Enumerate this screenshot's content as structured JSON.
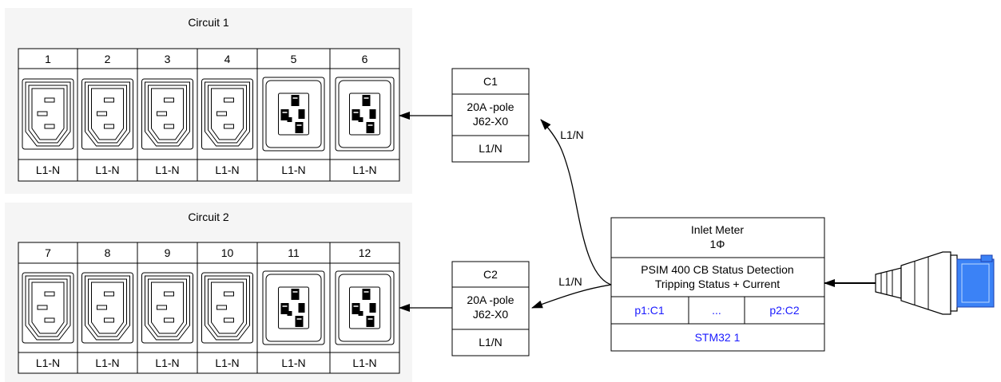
{
  "circuits": [
    {
      "title": "Circuit 1",
      "outlets": [
        {
          "number": "1",
          "label": "L1-N",
          "type": "C13"
        },
        {
          "number": "2",
          "label": "L1-N",
          "type": "C13"
        },
        {
          "number": "3",
          "label": "L1-N",
          "type": "C13"
        },
        {
          "number": "4",
          "label": "L1-N",
          "type": "C13"
        },
        {
          "number": "5",
          "label": "L1-N",
          "type": "C19"
        },
        {
          "number": "6",
          "label": "L1-N",
          "type": "C19"
        }
      ]
    },
    {
      "title": "Circuit 2",
      "outlets": [
        {
          "number": "7",
          "label": "L1-N",
          "type": "C13"
        },
        {
          "number": "8",
          "label": "L1-N",
          "type": "C13"
        },
        {
          "number": "9",
          "label": "L1-N",
          "type": "C13"
        },
        {
          "number": "10",
          "label": "L1-N",
          "type": "C13"
        },
        {
          "number": "11",
          "label": "L1-N",
          "type": "C19"
        },
        {
          "number": "12",
          "label": "L1-N",
          "type": "C19"
        }
      ]
    }
  ],
  "breakers": [
    {
      "name": "C1",
      "rating_line1": "20A -pole",
      "rating_line2": "J62-X0",
      "phase": "L1/N"
    },
    {
      "name": "C2",
      "rating_line1": "20A -pole",
      "rating_line2": "J62-X0",
      "phase": "L1/N"
    }
  ],
  "edge_labels": {
    "to_c1": "L1/N",
    "to_c2": "L1/N"
  },
  "meter": {
    "title_line1": "Inlet Meter",
    "title_line2": "1Φ",
    "desc_line1": "PSIM 400 CB Status Detection",
    "desc_line2": "Tripping Status + Current",
    "ports": [
      "p1:C1",
      "...",
      "p2:C2"
    ],
    "controller": "STM32 1"
  },
  "plug": {
    "icon": "inlet-plug-icon",
    "accent": "#3b82f6"
  },
  "colors": {
    "cluster_bg": "#f5f5f5",
    "link_text": "#1a1aff"
  }
}
